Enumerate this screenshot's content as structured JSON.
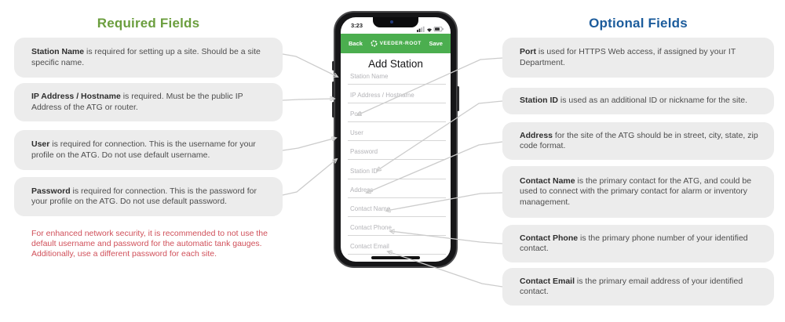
{
  "left_column": {
    "title": "Required Fields",
    "boxes": [
      {
        "lead": "Station Name",
        "rest": " is required for setting up a site. Should be a site specific name."
      },
      {
        "lead": "IP Address / Hostname",
        "rest": " is required. Must be the public IP Address of the ATG or router."
      },
      {
        "lead": "User",
        "rest": " is required for connection. This is the username for your profile on the ATG. Do not use default username."
      },
      {
        "lead": "Password",
        "rest": " is required for connection. This is the password for your profile on the ATG. Do not use default password."
      }
    ],
    "note": "For enhanced network security, it is recommended to not use the default username and password for the automatic tank gauges. Additionally, use a different password for each site."
  },
  "right_column": {
    "title": "Optional Fields",
    "boxes": [
      {
        "lead": "Port",
        "rest": " is used for HTTPS Web access, if assigned by your IT Department."
      },
      {
        "lead": "Station ID",
        "rest": " is used as an additional ID or nickname for the site."
      },
      {
        "lead": "Address",
        "rest": " for the site of the ATG should be in street, city, state, zip code format."
      },
      {
        "lead": "Contact Name",
        "rest": " is the primary contact for the ATG, and could be used to connect with the primary contact for alarm or inventory management."
      },
      {
        "lead": "Contact Phone",
        "rest": " is the primary phone number of your identified contact."
      },
      {
        "lead": "Contact Email",
        "rest": " is the primary email address of your identified contact."
      }
    ]
  },
  "phone": {
    "statusbar": {
      "time": "3:23",
      "icons": [
        "cellular-signal-icon",
        "wifi-icon",
        "battery-icon"
      ]
    },
    "navbar": {
      "back_label": "Back",
      "brand": "VEEDER-ROOT",
      "save_label": "Save",
      "logo_icon": "veeder-root-gear-logo"
    },
    "screen_title": "Add Station",
    "fields": [
      {
        "placeholder": "Station Name"
      },
      {
        "placeholder": "IP Address / Hostname"
      },
      {
        "placeholder": "Port"
      },
      {
        "placeholder": "User"
      },
      {
        "placeholder": "Password"
      },
      {
        "placeholder": "Station ID"
      },
      {
        "placeholder": "Address"
      },
      {
        "placeholder": "Contact Name"
      },
      {
        "placeholder": "Contact Phone"
      },
      {
        "placeholder": "Contact Email"
      }
    ]
  },
  "colors": {
    "required_title_green": "#6B9E3E",
    "optional_title_blue": "#1C5C9C",
    "note_red": "#D0505A",
    "navbar_green": "#4BAE4F",
    "callout_bg": "#ECECEC",
    "connector_gray": "#CCCCCC",
    "placeholder_gray": "#B4B4B8"
  }
}
